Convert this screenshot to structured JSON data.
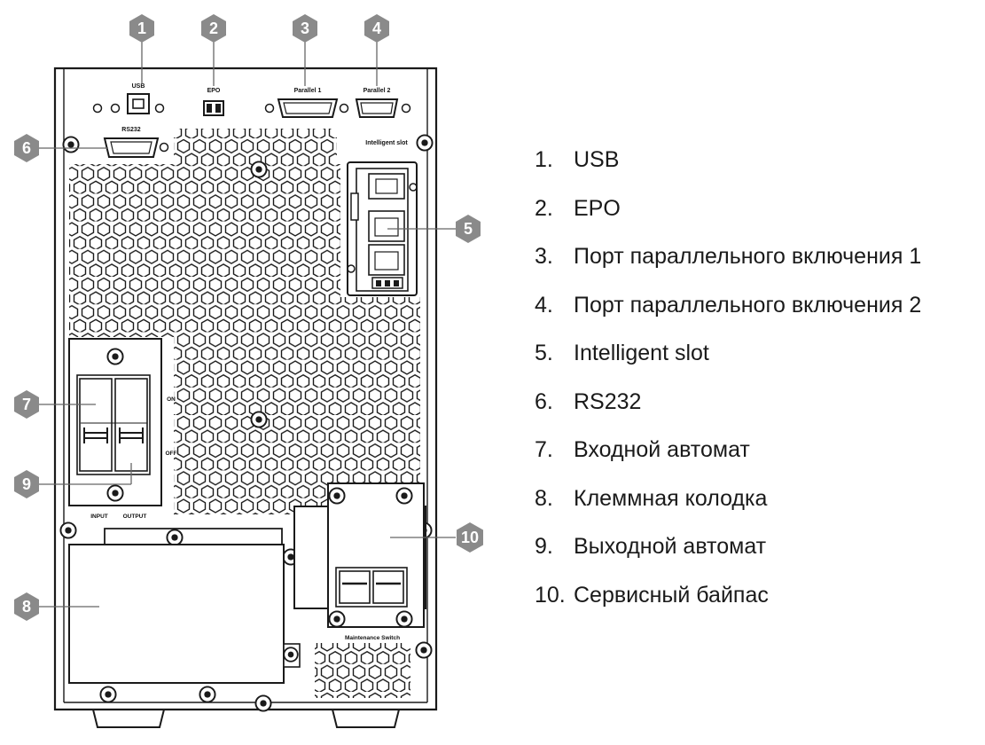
{
  "panel_labels": {
    "usb": "USB",
    "epo": "EPO",
    "parallel1": "Parallel 1",
    "parallel2": "Parallel 2",
    "rs232": "RS232",
    "intelligent_slot": "Intelligent slot",
    "on": "ON",
    "off": "OFF",
    "input": "INPUT",
    "output": "OUTPUT",
    "maintenance_switch": "Maintenance Switch"
  },
  "badges": [
    "1",
    "2",
    "3",
    "4",
    "5",
    "6",
    "7",
    "8",
    "9",
    "10"
  ],
  "legend": [
    {
      "num": "1.",
      "text": "USB"
    },
    {
      "num": "2.",
      "text": "EPO"
    },
    {
      "num": "3.",
      "text": "Порт параллельного включения 1"
    },
    {
      "num": "4.",
      "text": "Порт параллельного включения 2"
    },
    {
      "num": "5.",
      "text": "Intelligent slot"
    },
    {
      "num": "6.",
      "text": "RS232"
    },
    {
      "num": "7.",
      "text": "Входной автомат"
    },
    {
      "num": "8.",
      "text": "Клеммная колодка"
    },
    {
      "num": "9.",
      "text": "Выходной автомат"
    },
    {
      "num": "10.",
      "text": "Сервисный байпас"
    }
  ],
  "colors": {
    "badge": "#8a8a8a",
    "outline": "#1a1a1a",
    "leader": "#666666"
  }
}
